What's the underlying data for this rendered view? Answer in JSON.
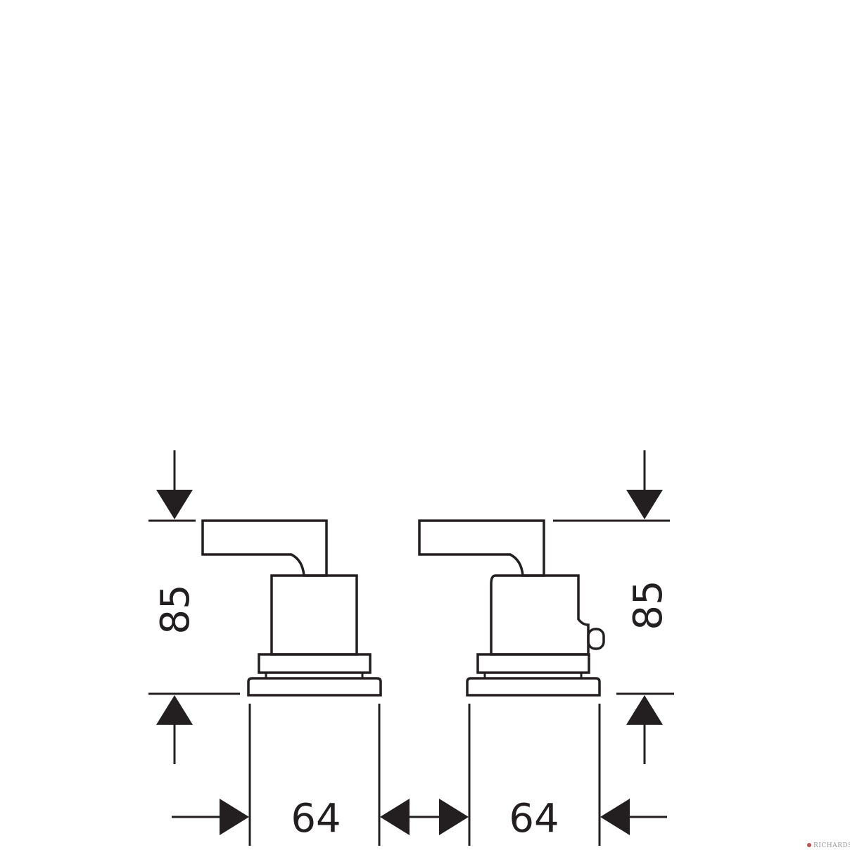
{
  "drawing": {
    "left_height_dimension": "85",
    "right_height_dimension": "85",
    "left_width_dimension": "64",
    "right_width_dimension": "64",
    "watermark": "RICHARDSON"
  },
  "colors": {
    "line": "#231f20",
    "background": "#ffffff",
    "watermark": "#9a9a9a"
  }
}
